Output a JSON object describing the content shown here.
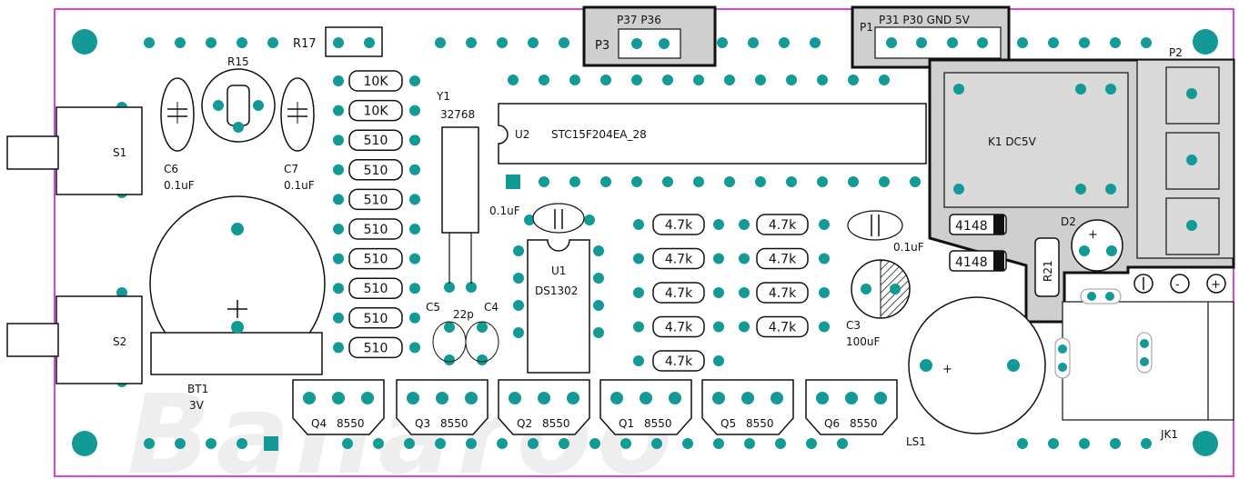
{
  "colors": {
    "outline": "#e040e0",
    "pad": "#139a96",
    "pad_light": "#cfcfcf",
    "silk": "#111111",
    "relay_fill": "#cfcfcf",
    "watermark": "#eeeeee"
  },
  "watermark": "Banaroo",
  "headers": {
    "r17": "R17",
    "p3": {
      "label": "P3",
      "pins": "P37 P36"
    },
    "p1": {
      "label": "P1",
      "pins": "P31 P30 GND 5V"
    },
    "p2": "P2"
  },
  "resistors_col1": [
    "10K",
    "10K",
    "510",
    "510",
    "510",
    "510",
    "510",
    "510",
    "510",
    "510"
  ],
  "resistors_col2": [
    "4.7k",
    "4.7k",
    "4.7k",
    "4.7k",
    "4.7k"
  ],
  "resistors_col3": [
    "4.7k",
    "4.7k",
    "4.7k",
    "4.7k"
  ],
  "labels": {
    "r15": "R15",
    "s1": "S1",
    "s2": "S2",
    "c6": "C6",
    "c6_val": "0.1uF",
    "c7": "C7",
    "c7_val": "0.1uF",
    "bt1": "BT1",
    "bt1_val": "3V",
    "y1": "Y1",
    "y1_val": "32768",
    "u2": "U2",
    "u2_part": "STC15F204EA_28",
    "cap_u1": "0.1uF",
    "u1": "U1",
    "u1_part": "DS1302",
    "c5": "C5",
    "c5_c4_val": "22p",
    "c4": "C4",
    "k1": "K1 DC5V",
    "d1_val": "4148",
    "d2": "D2",
    "d3_val": "4148",
    "r21": "R21",
    "c_right_val": "0.1uF",
    "c3": "C3",
    "c3_val": "100uF",
    "ls1": "LS1",
    "jk1": "JK1"
  },
  "transistors": [
    {
      "ref": "Q4",
      "part": "8550"
    },
    {
      "ref": "Q3",
      "part": "8550"
    },
    {
      "ref": "Q2",
      "part": "8550"
    },
    {
      "ref": "Q1",
      "part": "8550"
    },
    {
      "ref": "Q5",
      "part": "8550"
    },
    {
      "ref": "Q6",
      "part": "8550"
    }
  ],
  "terminal_symbols": [
    "-",
    "+"
  ]
}
